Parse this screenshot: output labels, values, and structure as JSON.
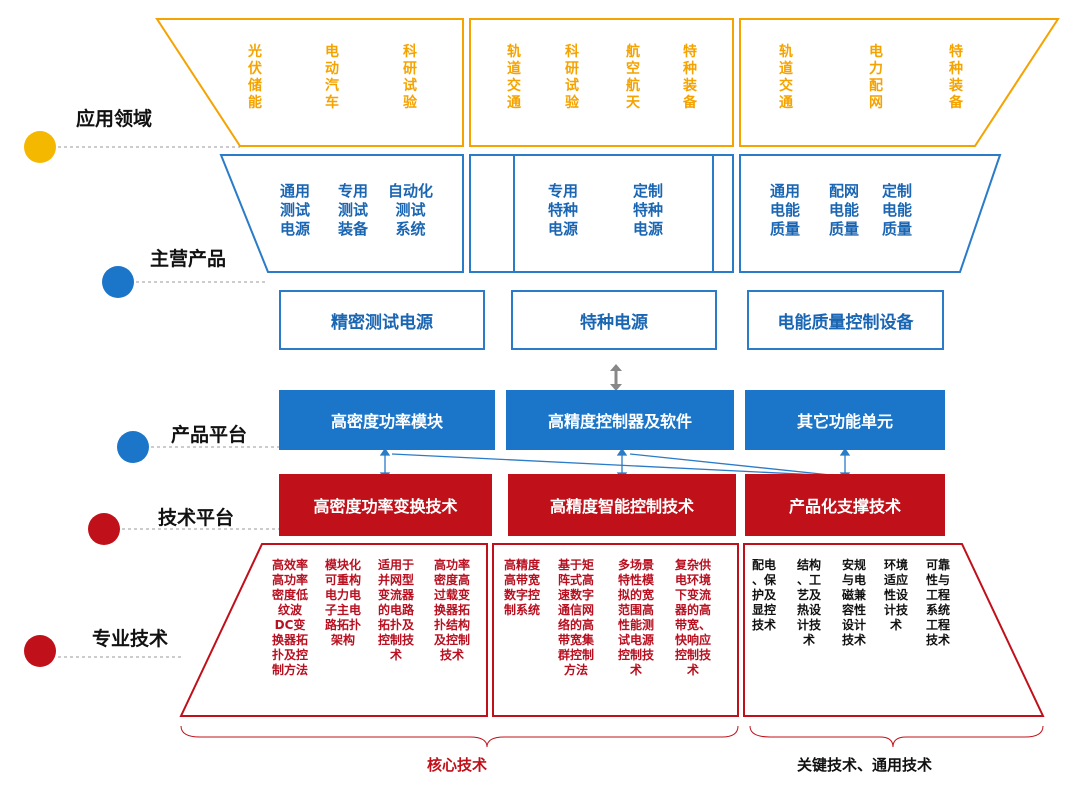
{
  "colors": {
    "orange": "#f5a300",
    "blue": "#1b75c8",
    "red": "#c0101a",
    "gray_dash": "#9a9a9a"
  },
  "levels": {
    "application": "应用领域",
    "main_products": "主营产品",
    "product_platform": "产品平台",
    "tech_platform": "技术平台",
    "professional_tech": "专业技术"
  },
  "application_fields": {
    "group1": [
      "光伏储能",
      "电动汽车",
      "科研试验"
    ],
    "group2": [
      "轨道交通",
      "科研试验",
      "航空航天",
      "特种装备"
    ],
    "group3": [
      "轨道交通",
      "电力配网",
      "特种装备"
    ]
  },
  "main_products": {
    "group1": [
      "通用\n测试\n电源",
      "专用\n测试\n装备",
      "自动化\n测试\n系统"
    ],
    "group2": [
      "专用\n特种\n电源",
      "定制\n特种\n电源"
    ],
    "group3": [
      "通用\n电能\n质量",
      "配网\n电能\n质量",
      "定制\n电能\n质量"
    ]
  },
  "product_categories": [
    "精密测试电源",
    "特种电源",
    "电能质量控制设备"
  ],
  "product_platform": [
    "高密度功率模块",
    "高精度控制器及软件",
    "其它功能单元"
  ],
  "tech_platform": [
    "高密度功率变换技术",
    "高精度智能控制技术",
    "产品化支撑技术"
  ],
  "professional_tech": {
    "group1": [
      "高效率\n高功率\n密度低\n纹波\nDC变\n换器拓\n扑及控\n制方法",
      "模块化\n可重构\n电力电\n子主电\n路拓扑\n架构",
      "适用于\n并网型\n变流器\n的电路\n拓扑及\n控制技\n术",
      "高功率\n密度高\n过载变\n换器拓\n扑结构\n及控制\n技术"
    ],
    "group2": [
      "高精度\n高带宽\n数字控\n制系统",
      "基于矩\n阵式高\n速数字\n通信网\n络的高\n带宽集\n群控制\n方法",
      "多场景\n特性模\n拟的宽\n范围高\n性能测\n试电源\n控制技\n术",
      "复杂供\n电环境\n下变流\n器的高\n带宽、\n快响应\n控制技\n术"
    ],
    "group3": [
      "配电\n、保\n护及\n显控\n技术",
      "结构\n、工\n艺及\n热设\n计技\n术",
      "安规\n与电\n磁兼\n容性\n设计\n技术",
      "环境\n适应\n性设\n计技\n术",
      "可靠\n性与\n工程\n系统\n工程\n技术"
    ]
  },
  "footer": {
    "core": "核心技术",
    "key_general": "关键技术、通用技术"
  }
}
